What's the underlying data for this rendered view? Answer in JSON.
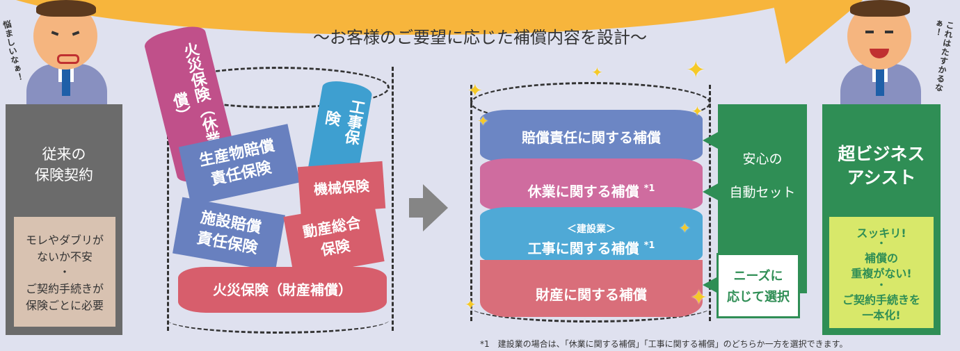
{
  "subtitle": "～お客様のご要望に応じた補償内容を設計～",
  "left_person": {
    "comment": "悩ましいなぁ！"
  },
  "right_person": {
    "comment": "これはたすかるなぁ！"
  },
  "old_panel": {
    "title_line1": "従来の",
    "title_line2": "保険契約",
    "issues": [
      "モレやダブリが",
      "ないか不安",
      "・",
      "ご契約手続きが",
      "保険ごとに必要"
    ]
  },
  "separate_policies": {
    "fire_business": "火災保険（休業補償）",
    "construction": "工事保険",
    "product_liability_1": "生産物賠償",
    "product_liability_2": "責任保険",
    "machinery": "機械保険",
    "facility_liability_1": "施設賠償",
    "facility_liability_2": "責任保険",
    "movable_1": "動産総合",
    "movable_2": "保険",
    "fire_property": "火災保険（財産補償）"
  },
  "integrated_layers": {
    "liability": "賠償責任に関する補償",
    "business": "休業に関する補償",
    "business_mark": "*1",
    "construction_tag": "＜建設業＞",
    "construction": "工事に関する補償",
    "construction_mark": "*1",
    "property": "財産に関する補償"
  },
  "auto_panel": {
    "line1": "安心の",
    "line2": "自動セット"
  },
  "select_box": {
    "line1": "ニーズに",
    "line2": "応じて選択"
  },
  "right_panel": {
    "title_line1": "超ビジネス",
    "title_line2": "アシスト",
    "benefits": [
      "スッキリ!",
      "・",
      "補償の",
      "重複がない!",
      "・",
      "ご契約手続きを",
      "一本化!"
    ]
  },
  "footnote": "*1　建設業の場合は、「休業に関する補償」「工事に関する補償」のどちらか一方を選択できます。",
  "colors": {
    "orange": "#f7b53c",
    "green": "#2f8e55",
    "gray": "#6b6b6b"
  }
}
